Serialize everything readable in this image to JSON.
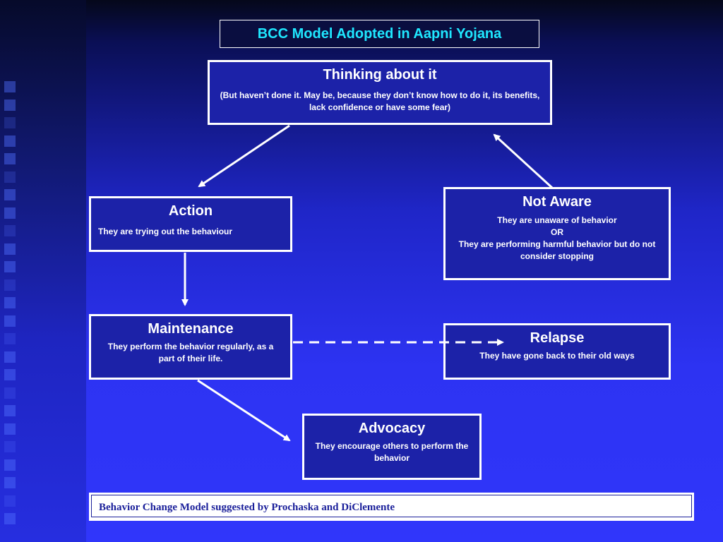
{
  "title": "BCC Model Adopted in Aapni Yojana",
  "stages": {
    "thinking": {
      "title": "Thinking about it",
      "desc": "(But haven’t done it. May be, because they don’t know how to do it, its benefits, lack confidence or have some fear)"
    },
    "action": {
      "title": "Action",
      "desc": "They are trying out the behaviour"
    },
    "not_aware": {
      "title": "Not Aware",
      "desc_line1": "They are unaware of behavior",
      "desc_line2": "OR",
      "desc_line3": "They are performing harmful behavior but do not consider stopping"
    },
    "maintenance": {
      "title": "Maintenance",
      "desc": "They perform the behavior regularly, as a part of their life."
    },
    "relapse": {
      "title": "Relapse",
      "desc": "They have gone back to their old ways"
    },
    "advocacy": {
      "title": "Advocacy",
      "desc": "They encourage others to perform the behavior"
    }
  },
  "footer": "Behavior Change Model suggested by Prochaska and DiClemente",
  "colors": {
    "title_text": "#1fe7ff",
    "box_fill": "#1c22a8",
    "border": "#ffffff",
    "footer_text": "#1a1f9a"
  }
}
